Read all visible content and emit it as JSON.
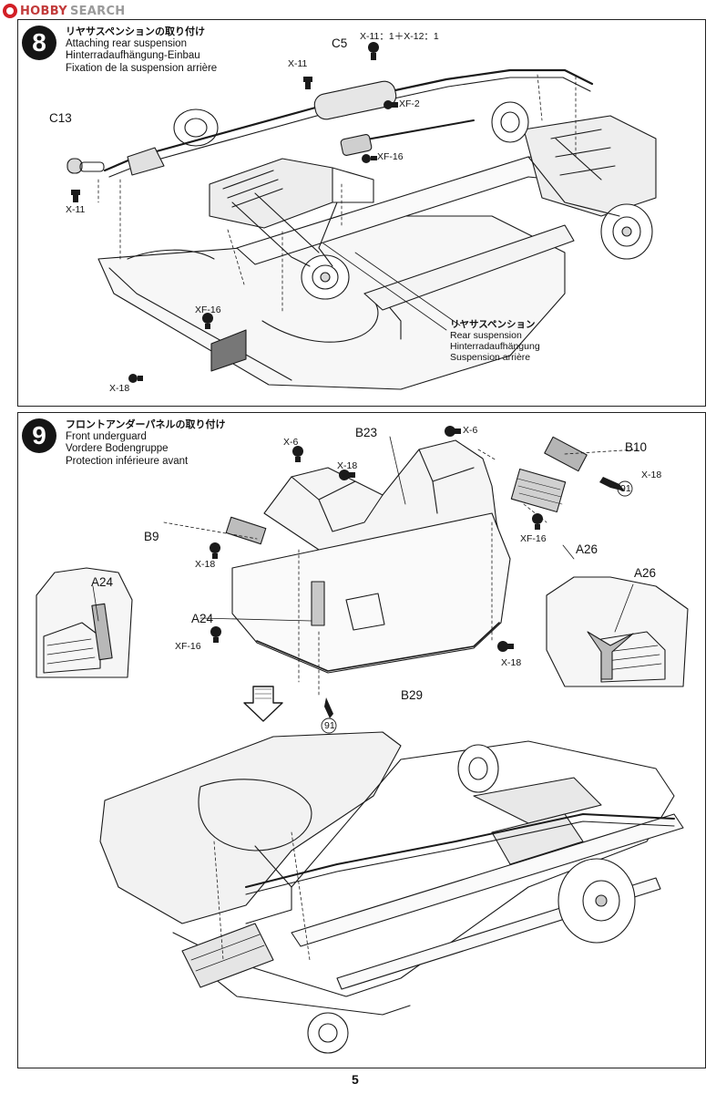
{
  "watermark": {
    "brand_a": "HOBBY",
    "brand_b": "SEARCH"
  },
  "step8": {
    "number": "8",
    "title_jp": "リヤサスペンションの取り付け",
    "title_en": "Attaching rear suspension",
    "title_de": "Hinterradaufhängung-Einbau",
    "title_fr": "Fixation de la suspension arrière",
    "labels": {
      "c13": "C13",
      "c5": "C5",
      "x11_a": "X-11",
      "x11_b": "X-11",
      "ratio": "X-11：1＋X-12：1",
      "xf2": "XF-2",
      "xf16_a": "XF-16",
      "xf16_b": "XF-16",
      "x18": "X-18"
    },
    "callout": {
      "jp": "リヤサスペンション",
      "en": "Rear suspension",
      "de": "Hinterradaufhängung",
      "fr": "Suspension arrière"
    }
  },
  "step9": {
    "number": "9",
    "title_jp": "フロントアンダーパネルの取り付け",
    "title_en": "Front underguard",
    "title_de": "Vordere Bodengruppe",
    "title_fr": "Protection inférieure avant",
    "labels": {
      "b23": "B23",
      "x6_a": "X-6",
      "x6_b": "X-6",
      "x18_a": "X-18",
      "x18_b": "X-18",
      "x18_c": "X-18",
      "x18_d": "X-18",
      "b10": "B10",
      "b9": "B9",
      "n91_a": "91",
      "n91_b": "91",
      "xf16_a": "XF-16",
      "xf16_b": "XF-16",
      "a26_a": "A26",
      "a26_b": "A26",
      "a24_a": "A24",
      "a24_b": "A24",
      "b29": "B29"
    }
  },
  "page_number": "5"
}
